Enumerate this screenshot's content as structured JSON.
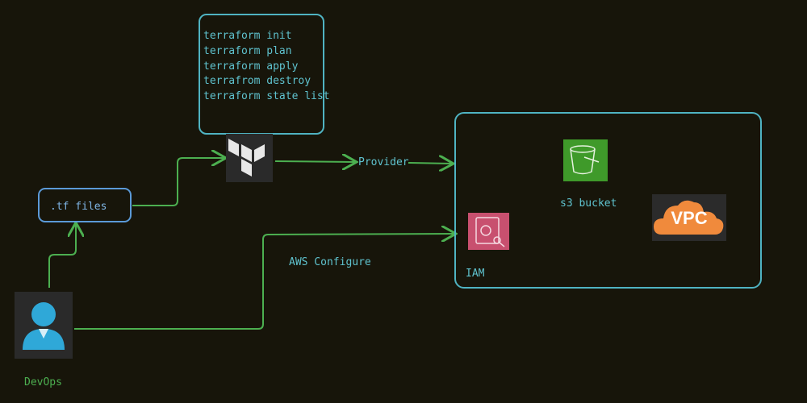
{
  "commands": [
    "terraform init",
    "terraform plan",
    "terraform apply",
    "terrafrom destroy",
    "terraform state list"
  ],
  "tf_files_label": ".tf files",
  "provider_label": "Provider",
  "aws_configure_label": "AWS Configure",
  "devops_label": "DevOps",
  "s3_label": "s3 bucket",
  "iam_label": "IAM",
  "vpc_label": "VPC",
  "colors": {
    "background": "#17150a",
    "arrow": "#4caf50",
    "box_border": "#4fb3c2",
    "text": "#5fc3cf"
  }
}
